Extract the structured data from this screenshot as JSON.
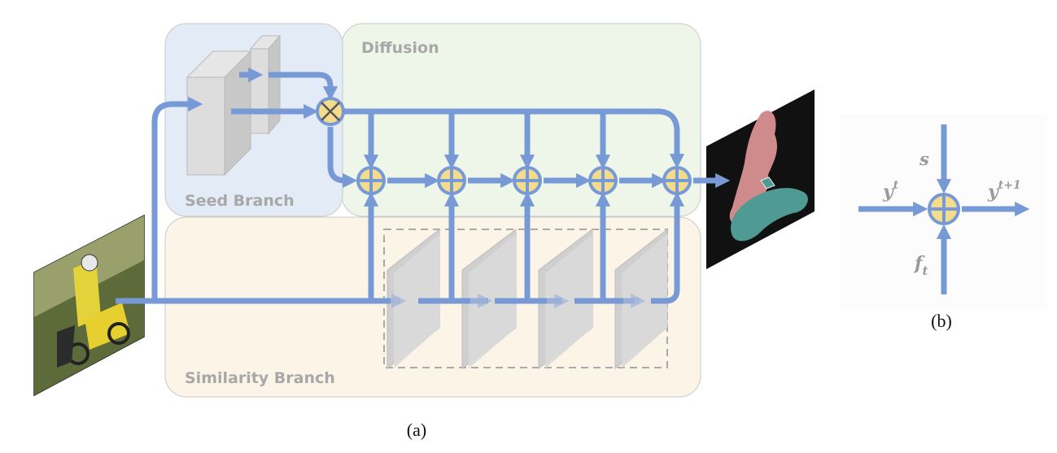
{
  "panel_a": {
    "regions": {
      "seed": "Seed Branch",
      "diffusion": "Diffusion",
      "similarity": "Similarity Branch"
    },
    "caption": "(a)",
    "input_image": "photo of child in helmet with yellow dirt bike",
    "output_image": "segmentation mask: pink person, teal motorbike on black",
    "colors": {
      "seed_region": "#e3ebf6",
      "diffusion_region": "#eef5e9",
      "similarity_region": "#fbf4e7",
      "arrow": "#7799d6",
      "node_fill": "#f3dc8c",
      "plane": "#d9d9d9"
    }
  },
  "panel_b": {
    "labels": {
      "s": "s",
      "y_in": "y",
      "y_in_sup": "t",
      "y_out": "y",
      "y_out_sup": "t+1",
      "f": "f",
      "f_sub": "t"
    },
    "caption": "(b)"
  }
}
